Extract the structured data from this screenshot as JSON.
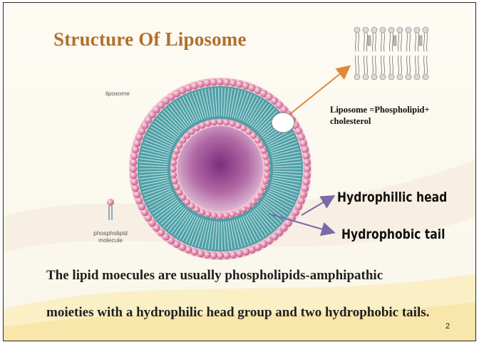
{
  "slide": {
    "title": "Structure Of Liposome",
    "liposome_label": "liposome",
    "phospholipid_label_1": "phospholipid",
    "phospholipid_label_2": "molecule",
    "equation_line1": "Liposome =Phospholipid+",
    "equation_line2": "cholesterol",
    "hydrophilic_label": "Hydrophillic head",
    "hydrophobic_label": "Hydrophobic tail",
    "body_line1": "The lipid moecules are usually phospholipids-amphipathic",
    "body_line2": "moieties with a hydrophilic head group and two hydrophobic tails.",
    "page_number": "2"
  },
  "colors": {
    "title": "#b0702c",
    "head": "#d77a9a",
    "tail": "#4f9fa6",
    "core": "#8a3f86",
    "arrow_orange": "#e0893a",
    "arrow_purple": "#7a6aa8"
  }
}
